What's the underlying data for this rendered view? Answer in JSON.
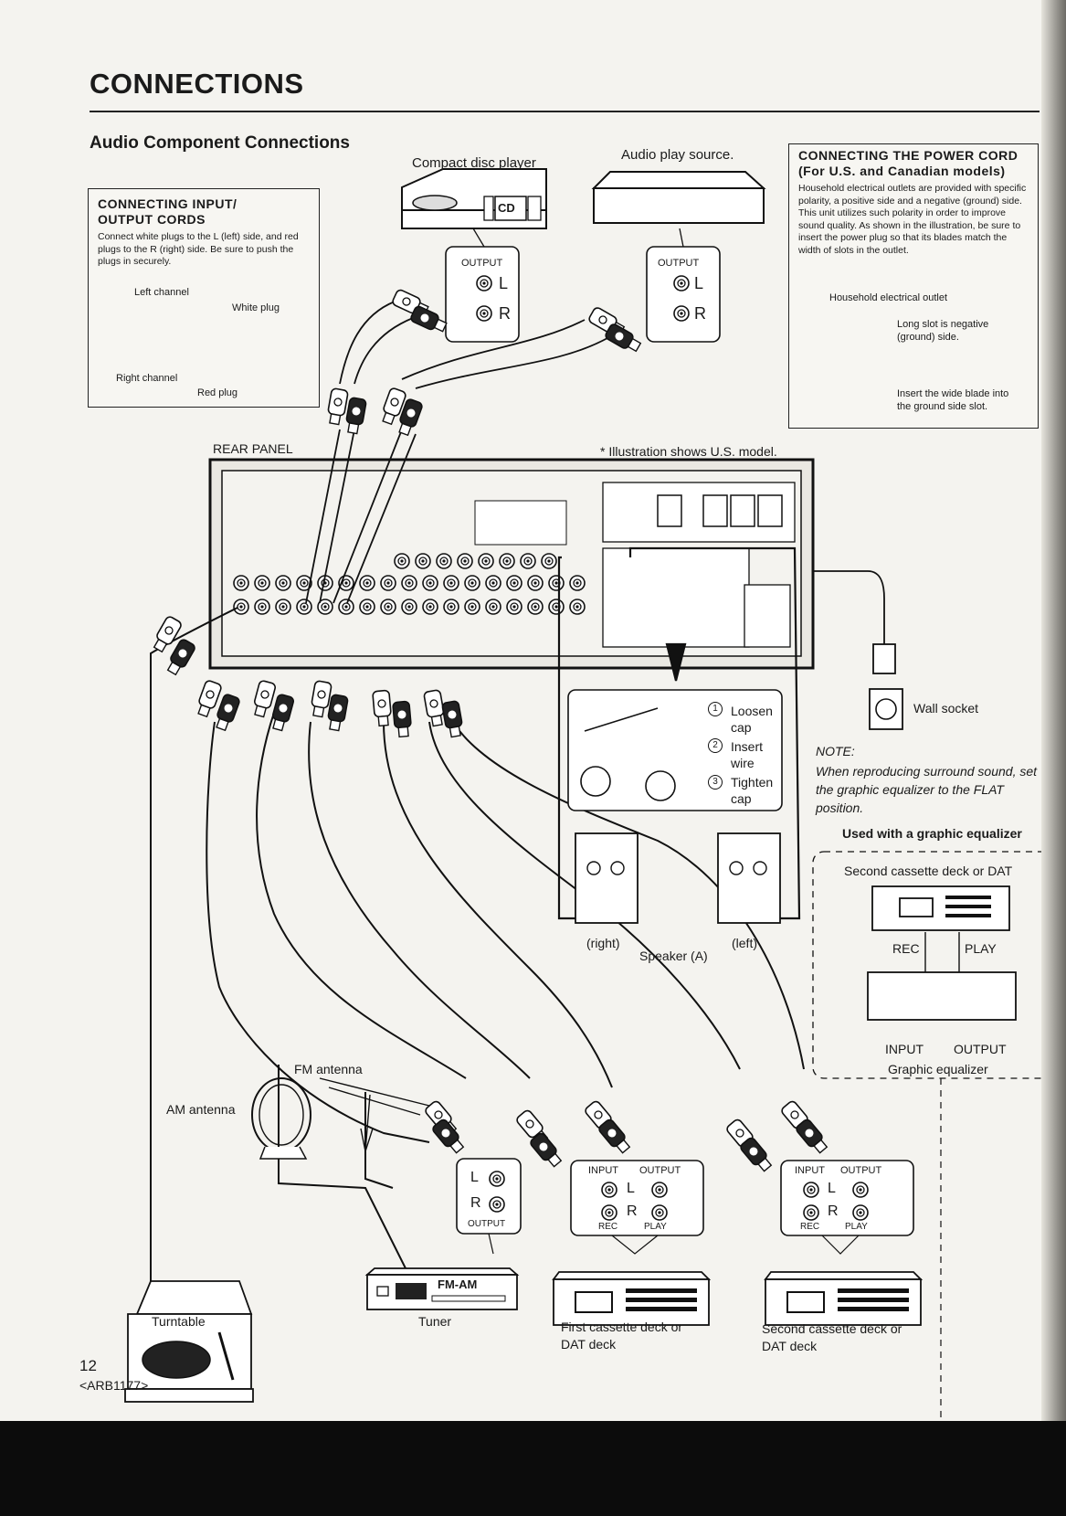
{
  "page": {
    "title": "CONNECTIONS",
    "subtitle": "Audio Component Connections",
    "page_number": "12",
    "doc_code": "<ARB1177>"
  },
  "input_output_box": {
    "heading_line1": "CONNECTING  INPUT/",
    "heading_line2": "OUTPUT  CORDS",
    "body": "Connect white plugs to the L (left) side, and red plugs to the R (right) side. Be sure to push the plugs in securely.",
    "left_channel": "Left channel",
    "white_plug": "White plug",
    "right_channel": "Right channel",
    "red_plug": "Red plug"
  },
  "power_cord_box": {
    "heading_line1": "CONNECTING THE POWER CORD",
    "heading_line2": "(For U.S. and Canadian models)",
    "body": "Household electrical outlets are provided with specific polarity, a positive side and a negative (ground) side. This unit utilizes such polarity in order to improve sound quality. As shown in the illustration, be sure to insert the power plug so that its blades match the width of slots in the outlet.",
    "outlet_label": "Household electrical outlet",
    "long_slot_line1": "Long slot is negative",
    "long_slot_line2": "(ground) side.",
    "insert_line1": "Insert the wide blade into",
    "insert_line2": "the ground side slot."
  },
  "components": {
    "cd_player": "Compact disc player",
    "cd_badge": "CD",
    "audio_source": "Audio play source.",
    "output": "OUTPUT",
    "input": "INPUT",
    "l": "L",
    "r": "R",
    "rec": "REC",
    "play": "PLAY",
    "rear_panel": "REAR PANEL",
    "illustration_note": "* Illustration shows U.S. model.",
    "wall_socket": "Wall socket",
    "am_antenna": "AM antenna",
    "fm_antenna": "FM antenna",
    "turntable": "Turntable",
    "tuner": "Tuner",
    "tuner_badge": "FM-AM",
    "first_deck_line1": "First cassette deck or",
    "first_deck_line2": "DAT deck",
    "second_deck_line1": "Second cassette deck or",
    "second_deck_line2": "DAT deck"
  },
  "speaker_steps": {
    "step1_line1": "Loosen",
    "step1_line2": "cap",
    "step2_line1": "Insert",
    "step2_line2": "wire",
    "step3_line1": "Tighten",
    "step3_line2": "cap",
    "n1": "1",
    "n2": "2",
    "n3": "3",
    "right": "(right)",
    "left": "(left)",
    "speaker_a": "Speaker (A)"
  },
  "note": {
    "heading": "NOTE:",
    "line1": "When reproducing surround sound, set",
    "line2": "the graphic equalizer to the FLAT",
    "line3": "position."
  },
  "equalizer_section": {
    "heading": "Used with a graphic equalizer",
    "deck": "Second cassette deck or DAT",
    "rec": "REC",
    "play": "PLAY",
    "input": "INPUT",
    "output": "OUTPUT",
    "caption": "Graphic equalizer"
  }
}
